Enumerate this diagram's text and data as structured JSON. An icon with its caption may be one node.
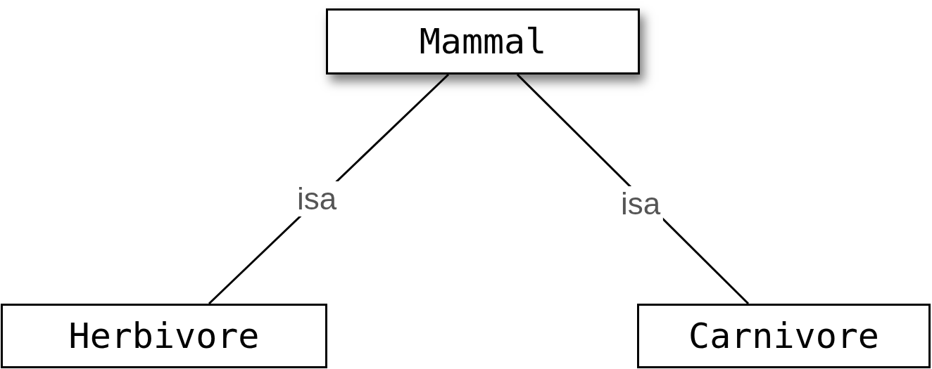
{
  "diagram": {
    "nodes": [
      {
        "text": [
          "Mammal"
        ]
      },
      {
        "text": [
          "Herbivore"
        ]
      },
      {
        "text": [
          "Carnivore"
        ]
      }
    ],
    "edges": [
      {
        "from": 0,
        "to": 1,
        "arrow": "none",
        "label": "isa"
      },
      {
        "from": 0,
        "to": 2,
        "arrow": "none",
        "label": "isa"
      }
    ]
  }
}
